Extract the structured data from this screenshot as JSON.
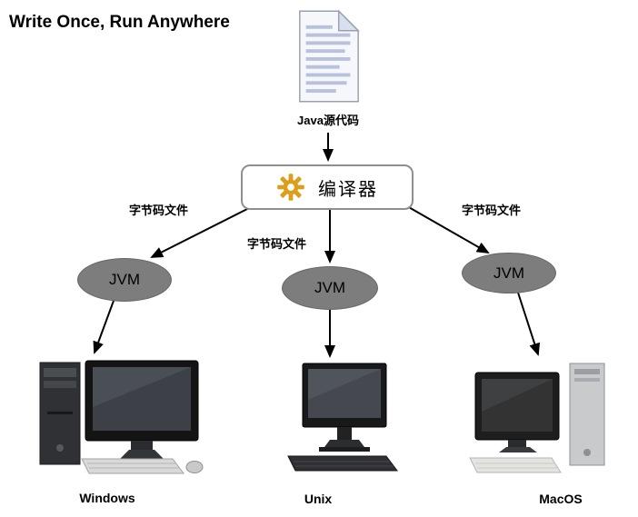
{
  "title": "Write Once, Run Anywhere",
  "source_file": {
    "label": "Java源代码"
  },
  "compiler": {
    "label": "编译器"
  },
  "bytecode_labels": {
    "left": "字节码文件",
    "middle": "字节码文件",
    "right": "字节码文件"
  },
  "jvm_nodes": [
    {
      "label": "JVM"
    },
    {
      "label": "JVM"
    },
    {
      "label": "JVM"
    }
  ],
  "platforms": [
    {
      "name": "Windows"
    },
    {
      "name": "Unix"
    },
    {
      "name": "MacOS"
    }
  ],
  "colors": {
    "gear": "#dd9e1c",
    "jvm_fill": "#7d7d7d",
    "arrow": "#000000",
    "document_lines": "#b9c2dc",
    "compiler_border": "#8f8f8f"
  }
}
